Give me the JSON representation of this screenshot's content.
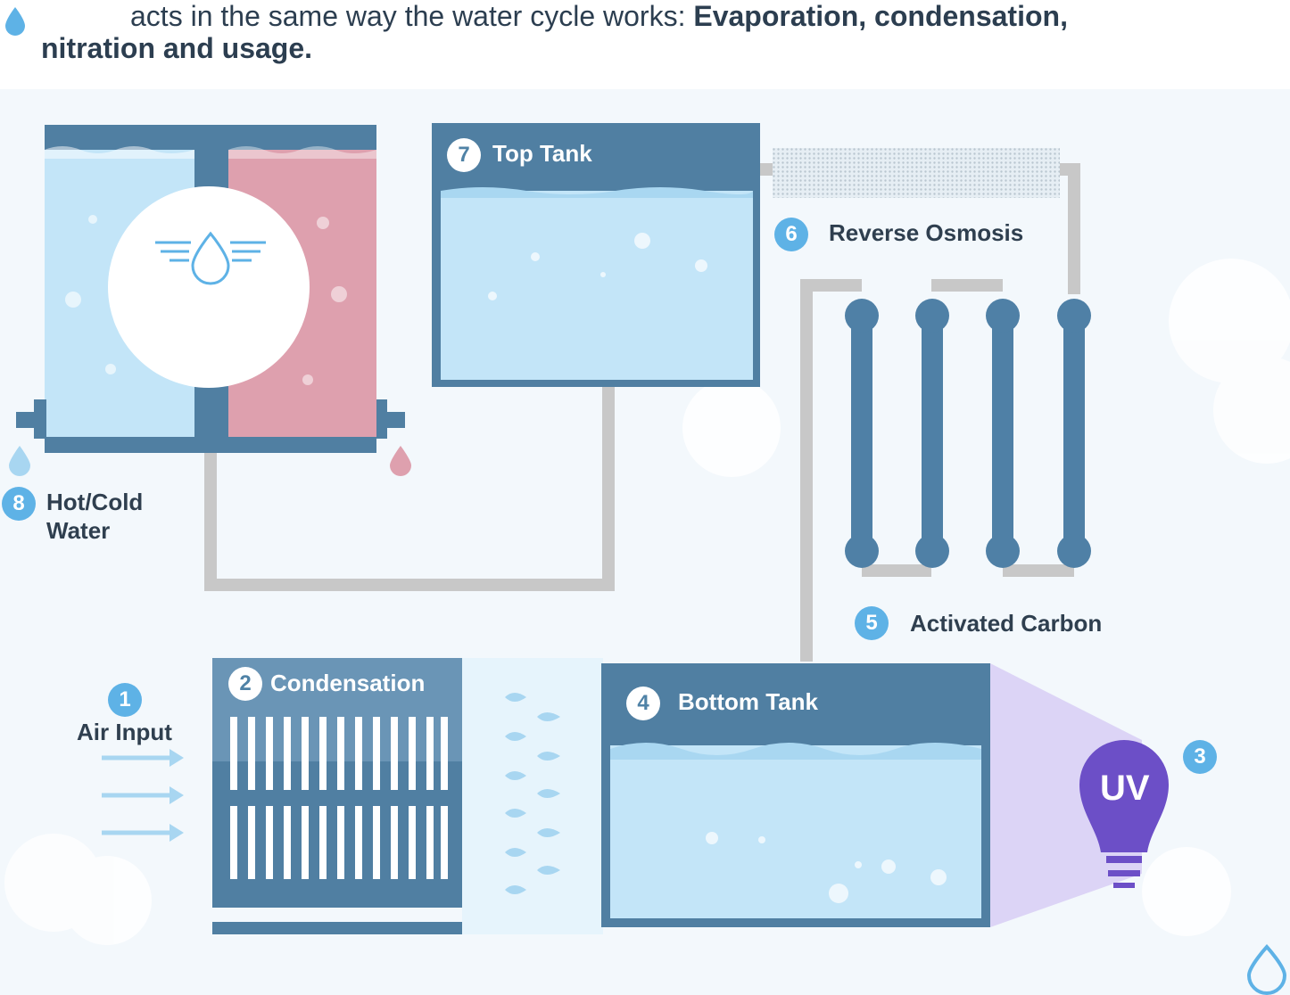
{
  "header": {
    "line1_plain": "acts in the same way the water cycle works: ",
    "line1_bold": "Evaporation, condensation,",
    "line2_bold": "nitration and usage."
  },
  "steps": {
    "air_input": {
      "number": "1",
      "label": "Air Input"
    },
    "condensation": {
      "number": "2",
      "label": "Condensation"
    },
    "uv": {
      "number": "3",
      "label": "UV"
    },
    "bottom_tank": {
      "number": "4",
      "label": "Bottom Tank"
    },
    "activated_carbon": {
      "number": "5",
      "label": "Activated Carbon"
    },
    "reverse_osmosis": {
      "number": "6",
      "label": "Reverse Osmosis"
    },
    "top_tank": {
      "number": "7",
      "label": "Top Tank"
    },
    "hot_cold": {
      "number": "8",
      "label_line1": "Hot/Cold",
      "label_line2": "Water"
    }
  },
  "colors": {
    "tank_frame": "#507fa2",
    "water": "#c3e5f8",
    "pipe": "#c8c8c8",
    "hot_water": "#dea0ae",
    "uv_bulb": "#6c4fc7",
    "badge": "#5eb2e6"
  },
  "icons": [
    "water-drop-icon",
    "winged-drop-icon",
    "uv-bulb-icon",
    "air-arrow-icon",
    "logo-drop-icon"
  ]
}
